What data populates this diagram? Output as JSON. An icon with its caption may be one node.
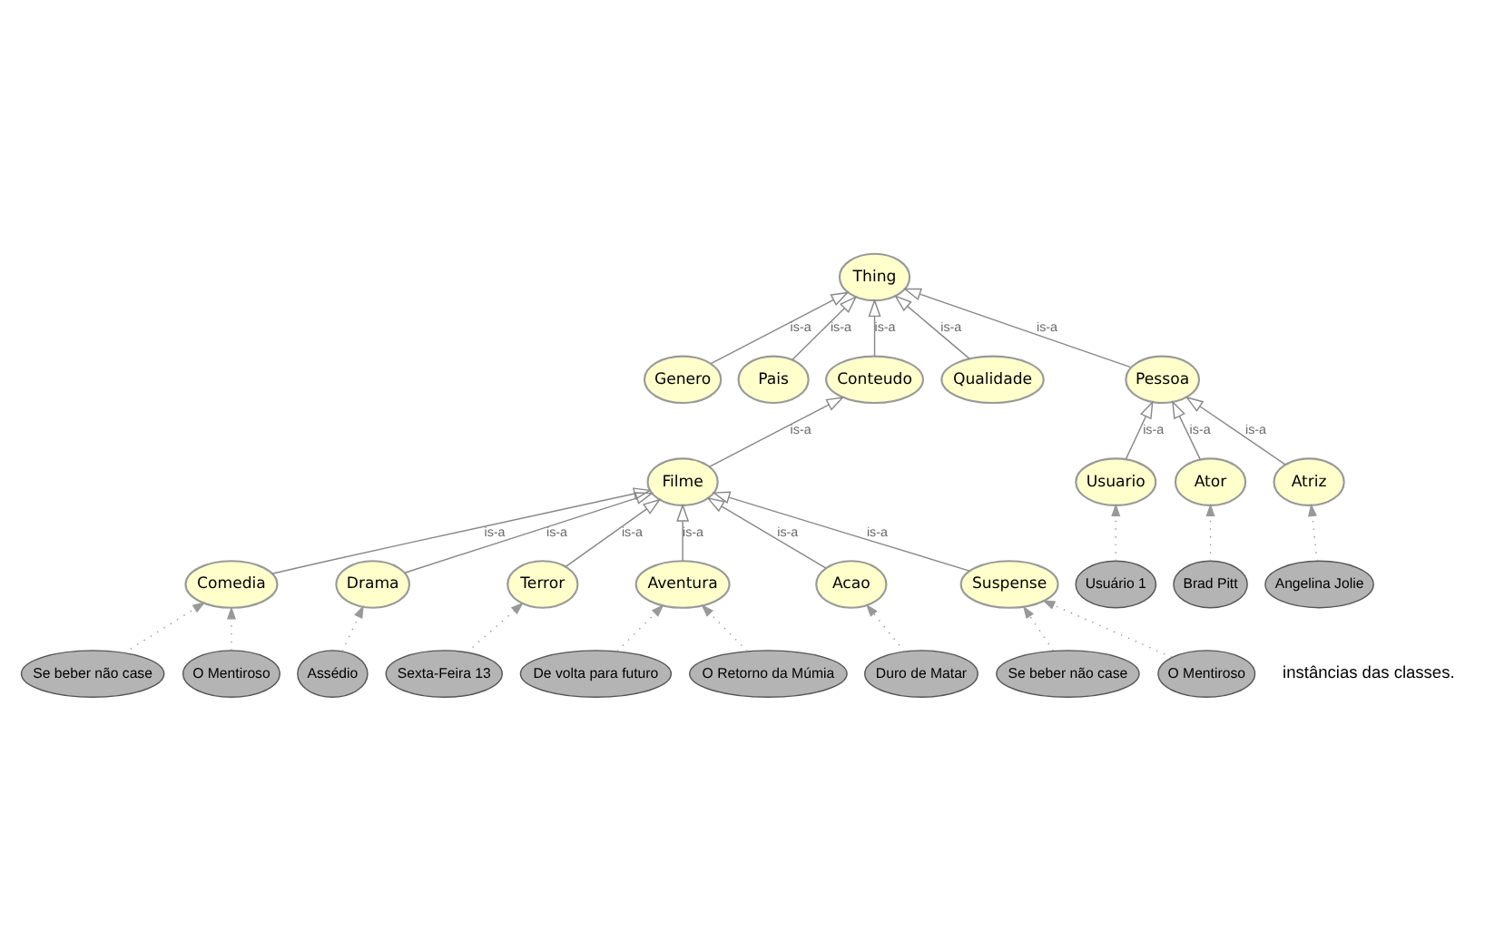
{
  "diagram": {
    "nodes": [
      {
        "text": [
          "Thing"
        ]
      },
      {
        "text": [
          "Genero"
        ]
      },
      {
        "text": [
          "Pais"
        ]
      },
      {
        "text": [
          "Conteudo"
        ]
      },
      {
        "text": [
          "Qualidade"
        ]
      },
      {
        "text": [
          "Pessoa"
        ]
      },
      {
        "text": [
          "Filme"
        ]
      },
      {
        "text": [
          "Usuario"
        ]
      },
      {
        "text": [
          "Ator"
        ]
      },
      {
        "text": [
          "Atriz"
        ]
      },
      {
        "text": [
          "Usuário 1"
        ]
      },
      {
        "text": [
          "Brad Pitt"
        ]
      },
      {
        "text": [
          "Angelina Jolie"
        ]
      },
      {
        "text": [
          "Comedia"
        ]
      },
      {
        "text": [
          "Drama"
        ]
      },
      {
        "text": [
          "Terror"
        ]
      },
      {
        "text": [
          "Aventura"
        ]
      },
      {
        "text": [
          "Acao"
        ]
      },
      {
        "text": [
          "Suspense"
        ]
      },
      {
        "text": [
          "Se beber não case"
        ]
      },
      {
        "text": [
          "O Mentiroso"
        ]
      },
      {
        "text": [
          "Assédio"
        ]
      },
      {
        "text": [
          "Sexta-Feira 13"
        ]
      },
      {
        "text": [
          "De volta para futuro"
        ]
      },
      {
        "text": [
          "O Retorno da Múmia"
        ]
      },
      {
        "text": [
          "Duro de Matar"
        ]
      },
      {
        "text": [
          "Se beber não case"
        ]
      },
      {
        "text": [
          "O Mentiroso"
        ]
      }
    ],
    "edges": [
      {
        "from": 1,
        "to": 0,
        "arrow": "to",
        "label": "is-a"
      },
      {
        "from": 2,
        "to": 0,
        "arrow": "to",
        "label": "is-a"
      },
      {
        "from": 3,
        "to": 0,
        "arrow": "to",
        "label": "is-a"
      },
      {
        "from": 4,
        "to": 0,
        "arrow": "to",
        "label": "is-a"
      },
      {
        "from": 5,
        "to": 0,
        "arrow": "to",
        "label": "is-a"
      },
      {
        "from": 6,
        "to": 3,
        "arrow": "to",
        "label": "is-a"
      },
      {
        "from": 7,
        "to": 5,
        "arrow": "to",
        "label": "is-a"
      },
      {
        "from": 8,
        "to": 5,
        "arrow": "to",
        "label": "is-a"
      },
      {
        "from": 9,
        "to": 5,
        "arrow": "to",
        "label": "is-a"
      },
      {
        "from": 10,
        "to": 7,
        "arrow": "to",
        "style": "dashed"
      },
      {
        "from": 11,
        "to": 8,
        "arrow": "to",
        "style": "dashed"
      },
      {
        "from": 12,
        "to": 9,
        "arrow": "to",
        "style": "dashed"
      },
      {
        "from": 13,
        "to": 6,
        "arrow": "to",
        "label": "is-a"
      },
      {
        "from": 14,
        "to": 6,
        "arrow": "to",
        "label": "is-a"
      },
      {
        "from": 15,
        "to": 6,
        "arrow": "to",
        "label": "is-a"
      },
      {
        "from": 16,
        "to": 6,
        "arrow": "to",
        "label": "is-a"
      },
      {
        "from": 17,
        "to": 6,
        "arrow": "to",
        "label": "is-a"
      },
      {
        "from": 18,
        "to": 6,
        "arrow": "to",
        "label": "is-a"
      },
      {
        "from": 19,
        "to": 13,
        "arrow": "to",
        "style": "dashed"
      },
      {
        "from": 20,
        "to": 13,
        "arrow": "to",
        "style": "dashed"
      },
      {
        "from": 21,
        "to": 14,
        "arrow": "to",
        "style": "dashed"
      },
      {
        "from": 22,
        "to": 15,
        "arrow": "to",
        "style": "dashed"
      },
      {
        "from": 23,
        "to": 16,
        "arrow": "to",
        "style": "dashed"
      },
      {
        "from": 24,
        "to": 16,
        "arrow": "to",
        "style": "dashed"
      },
      {
        "from": 25,
        "to": 17,
        "arrow": "to",
        "style": "dashed"
      },
      {
        "from": 26,
        "to": 18,
        "arrow": "to",
        "style": "dashed"
      },
      {
        "from": 27,
        "to": 18,
        "arrow": "to",
        "style": "dashed"
      }
    ],
    "labels": [
      "instâncias das classes."
    ]
  }
}
